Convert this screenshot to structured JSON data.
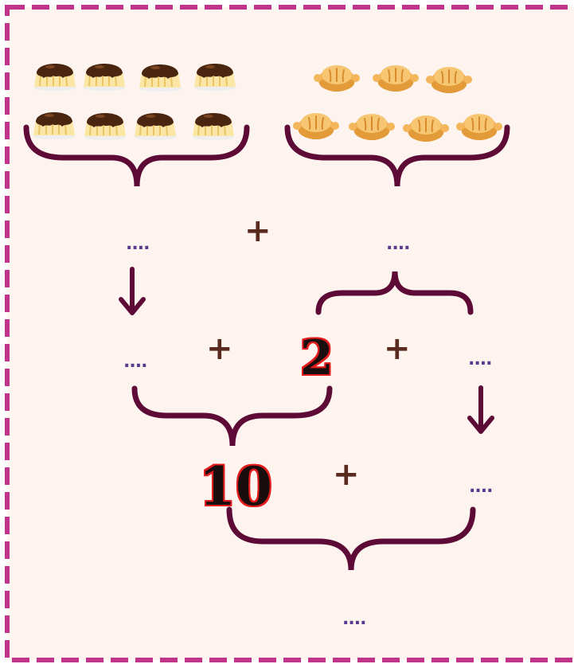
{
  "colors": {
    "background": "#fdf4ef",
    "border": "#c2338c",
    "brace": "#5e0a36",
    "dots": "#5b3a8e",
    "plus": "#5b2a1e",
    "number_fill": "#1a0d0d",
    "number_outline": "#e31c1c"
  },
  "icons": {
    "group_left": "flan-pudding-icon",
    "group_right": "pie-icon"
  },
  "groups": {
    "left_count": 8,
    "right_count": 7
  },
  "blanks": {
    "top_left": "....",
    "top_right": "....",
    "middle_left": "....",
    "middle_right": "....",
    "lower_right": "....",
    "bottom": "...."
  },
  "operators": {
    "top_plus": "+",
    "middle_plus_left": "+",
    "middle_plus_right": "+",
    "lower_plus": "+"
  },
  "numbers": {
    "split_part": "2",
    "ten": "10"
  }
}
